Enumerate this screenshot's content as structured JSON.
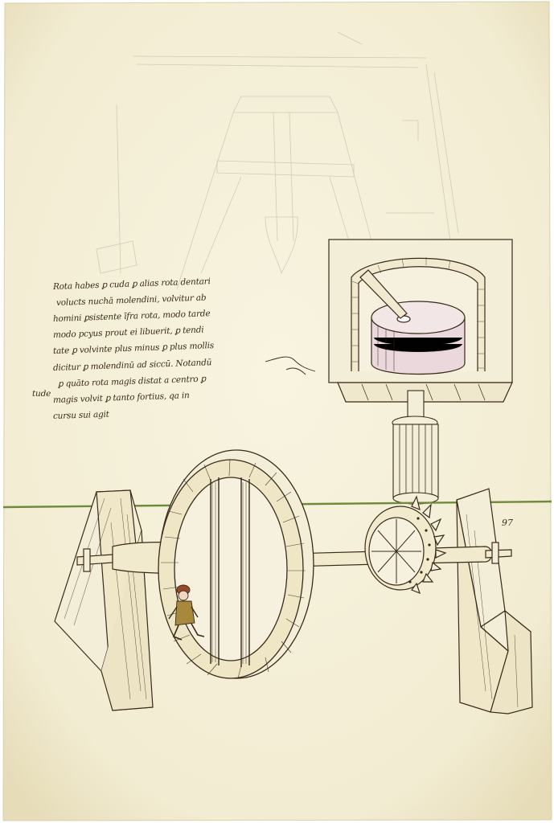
{
  "manuscript": {
    "text_lines": [
      "Rota habes ꝑ cuda ꝑ alias rota dentari",
      "volucts nuchā molendini, volvitur ab",
      "homini ꝑsistente īfra rota, modo tarde",
      "modo pcyus prout ei libuerit, ꝑ tendi",
      "tate ꝑ volvinte plus minus ꝑ plus mollis",
      "dicitur ꝑ molendinū ad siccū. Notandū",
      "ꝑ quāto rota magis distat a centro ꝑ",
      "magis volvit ꝑ tanto fortius, qa in",
      "cursu sui agit"
    ],
    "margin_note": "tude",
    "folio_number": "97"
  },
  "colors": {
    "parchment": "#f6f2dc",
    "parchment_edge": "#e9e1bf",
    "ink": "#3a2a1a",
    "ground_line": "#6f8a3a",
    "figure_tunic": "#a8883a",
    "figure_cap": "#9a4a2a",
    "millstone_tint": "#e8d8e0"
  }
}
